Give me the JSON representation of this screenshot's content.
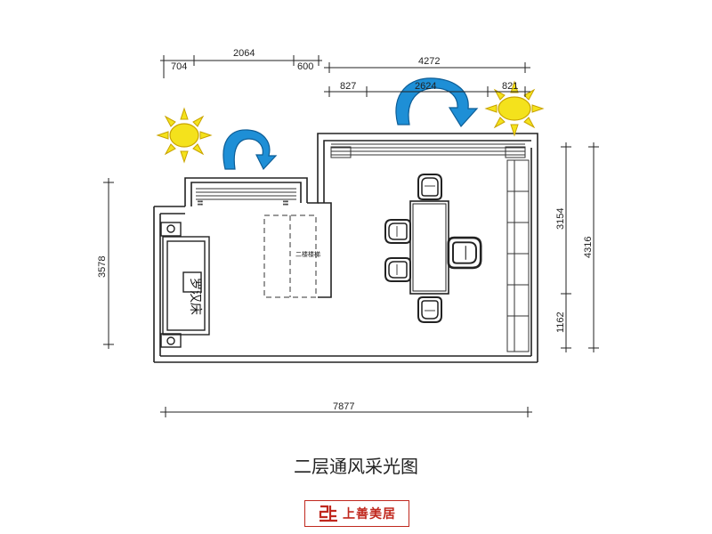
{
  "diagram": {
    "title": "二层通风采光图",
    "dimensions": {
      "top_left_1": "704",
      "top_left_2": "2064",
      "top_left_3": "600",
      "top_right_total": "4272",
      "top_right_1": "827",
      "top_right_2": "2624",
      "top_right_3": "821",
      "left_height": "3578",
      "right_upper": "3154",
      "right_lower": "1162",
      "right_total": "4316",
      "bottom_width": "7877"
    },
    "labels": {
      "bed": "罗汉床",
      "stair": "二楼楼梯"
    }
  },
  "brand": {
    "name": "上善美居",
    "color": "#c0281e"
  },
  "colors": {
    "sun": "#f4e21c",
    "sun_outline": "#c9a400",
    "arrow": "#1e8fd6",
    "arrow_outline": "#0d5d96",
    "line": "#222222"
  },
  "icons": [
    "sun-icon",
    "airflow-arrow-icon",
    "chair-icon",
    "logo-icon"
  ]
}
